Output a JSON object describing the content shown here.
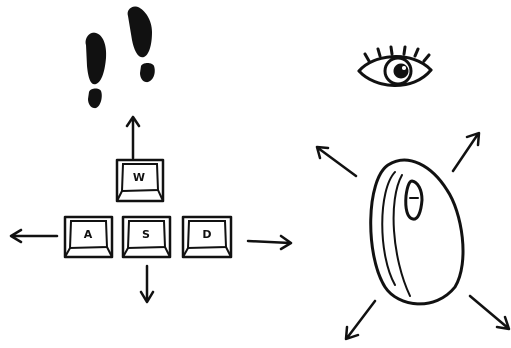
{
  "keys": {
    "w": "W",
    "a": "A",
    "s": "S",
    "d": "D"
  },
  "colors": {
    "ink": "#111111",
    "background": "#ffffff"
  },
  "icons": [
    "footprints-icon",
    "eye-icon",
    "mouse-icon",
    "arrow-icon"
  ]
}
